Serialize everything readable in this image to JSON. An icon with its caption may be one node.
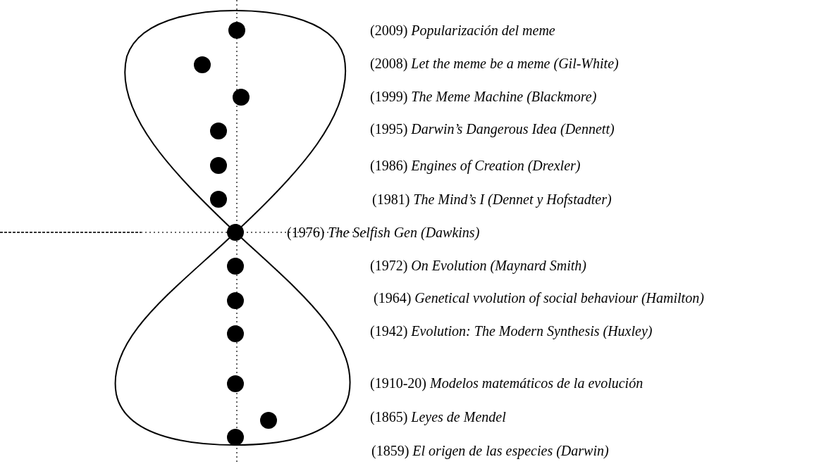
{
  "diagram": {
    "labels": [
      "(2009) *Popularización del meme*",
      "(2008) *Let the meme be a meme (Gil-White)*",
      "(1999) *The Meme Machine (Blackmore)*",
      "(1995) *Darwin’s Dangerous Idea (Dennett)*",
      "(1986) *Engines of Creation (Drexler)*",
      "(1981) *The Mind’s I (Dennet y Hofstadter)*",
      "(1976) *The Selfish Gen (Dawkins)*",
      "(1972) *On Evolution (Maynard Smith)*",
      "(1964) *Genetical vvolution of social behaviour (Hamilton)*",
      "(1942) *Evolution: The Modern Synthesis (Huxley)*",
      "(1910-20) *Modelos matemáticos de la evolución*",
      "(1865) *Leyes de Mendel*",
      "(1859) *El origen de las especies (Darwin)*"
    ]
  }
}
